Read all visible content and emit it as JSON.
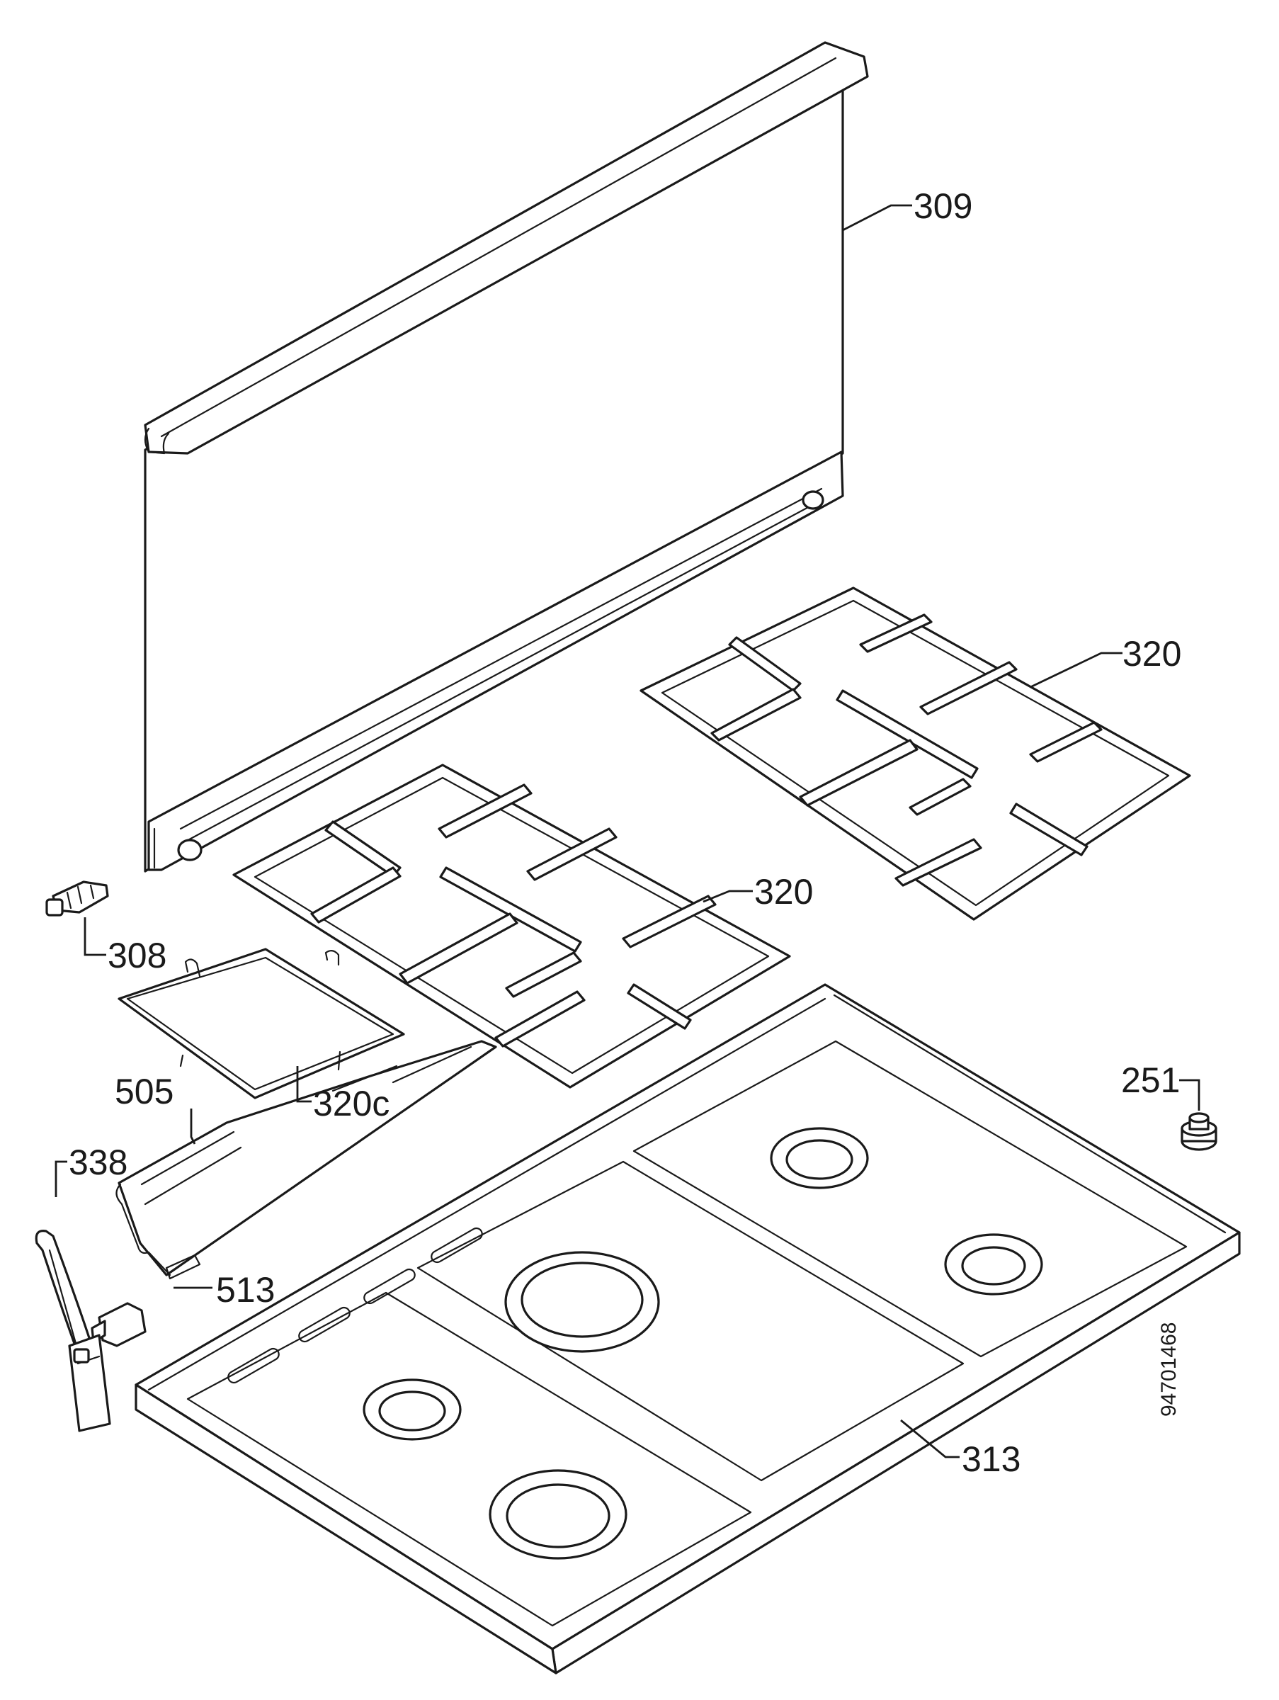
{
  "labels": {
    "p309": "309",
    "p320_right": "320",
    "p320_left": "320",
    "p308": "308",
    "p320c": "320c",
    "p505": "505",
    "p338": "338",
    "p513": "513",
    "p251": "251",
    "p313": "313"
  },
  "drawing_number": "94701468",
  "colors": {
    "line": "#1a1a1a",
    "background": "#ffffff"
  }
}
